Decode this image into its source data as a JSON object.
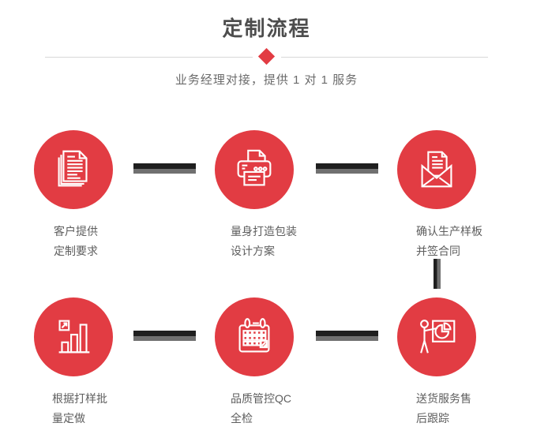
{
  "header": {
    "title": "定制流程",
    "subtitle": "业务经理对接，提供 1 对 1 服务"
  },
  "steps": [
    {
      "id": 1,
      "icon": "documents-icon",
      "line1": "客户提供",
      "line2": "定制要求"
    },
    {
      "id": 2,
      "icon": "printer-icon",
      "line1": "量身打造包装",
      "line2": "设计方案"
    },
    {
      "id": 3,
      "icon": "envelope-icon",
      "line1": "确认生产样板",
      "line2": "并签合同"
    },
    {
      "id": 4,
      "icon": "bar-chart-icon",
      "line1": "根据打样批",
      "line2": "量定做"
    },
    {
      "id": 5,
      "icon": "calendar-icon",
      "line1": "品质管控QC",
      "line2": "全检"
    },
    {
      "id": 6,
      "icon": "presentation-icon",
      "line1": "送货服务售",
      "line2": "后跟踪"
    }
  ],
  "colors": {
    "accent_red": "#e23c43",
    "title_gray": "#4d4d4d",
    "label_gray": "#5e5e5e",
    "subtitle_gray": "#6b6b6b",
    "divider_gray": "#d8d8d8",
    "connector_dark": "#1f1f1f",
    "connector_light": "#707070"
  }
}
